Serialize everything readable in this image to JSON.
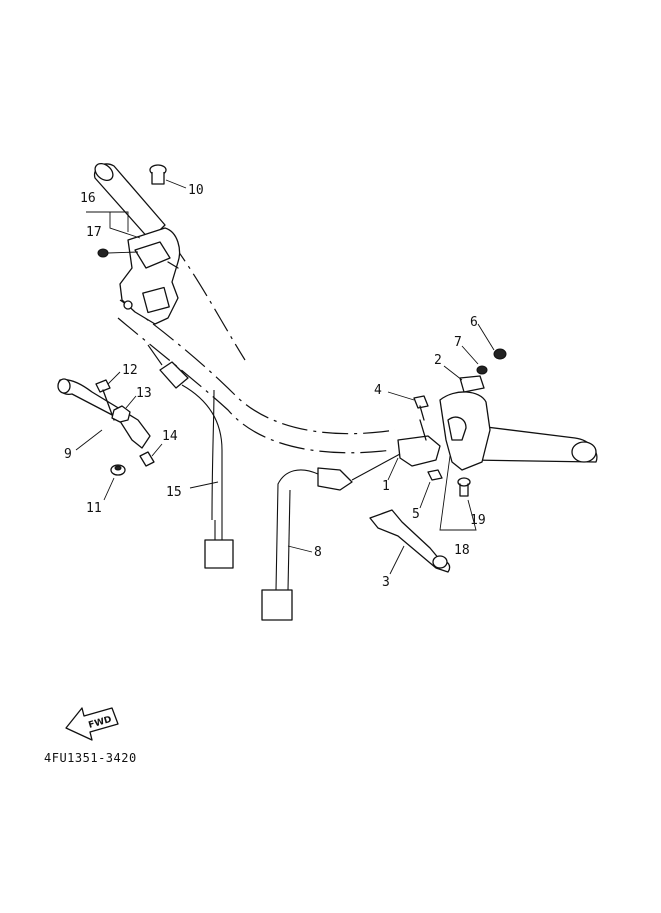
{
  "callouts": [
    {
      "id": "c1",
      "text": "1"
    },
    {
      "id": "c2",
      "text": "2"
    },
    {
      "id": "c3",
      "text": "3"
    },
    {
      "id": "c4",
      "text": "4"
    },
    {
      "id": "c5",
      "text": "5"
    },
    {
      "id": "c6",
      "text": "6"
    },
    {
      "id": "c7",
      "text": "7"
    },
    {
      "id": "c8",
      "text": "8"
    },
    {
      "id": "c9",
      "text": "9"
    },
    {
      "id": "c10",
      "text": "10"
    },
    {
      "id": "c11",
      "text": "11"
    },
    {
      "id": "c12",
      "text": "12"
    },
    {
      "id": "c13",
      "text": "13"
    },
    {
      "id": "c14",
      "text": "14"
    },
    {
      "id": "c15",
      "text": "15"
    },
    {
      "id": "c16",
      "text": "16"
    },
    {
      "id": "c17",
      "text": "17"
    },
    {
      "id": "c18",
      "text": "18"
    },
    {
      "id": "c19",
      "text": "19"
    }
  ],
  "direction_arrow": {
    "text": "FWD"
  },
  "drawing_code": "4FU1351-3420"
}
